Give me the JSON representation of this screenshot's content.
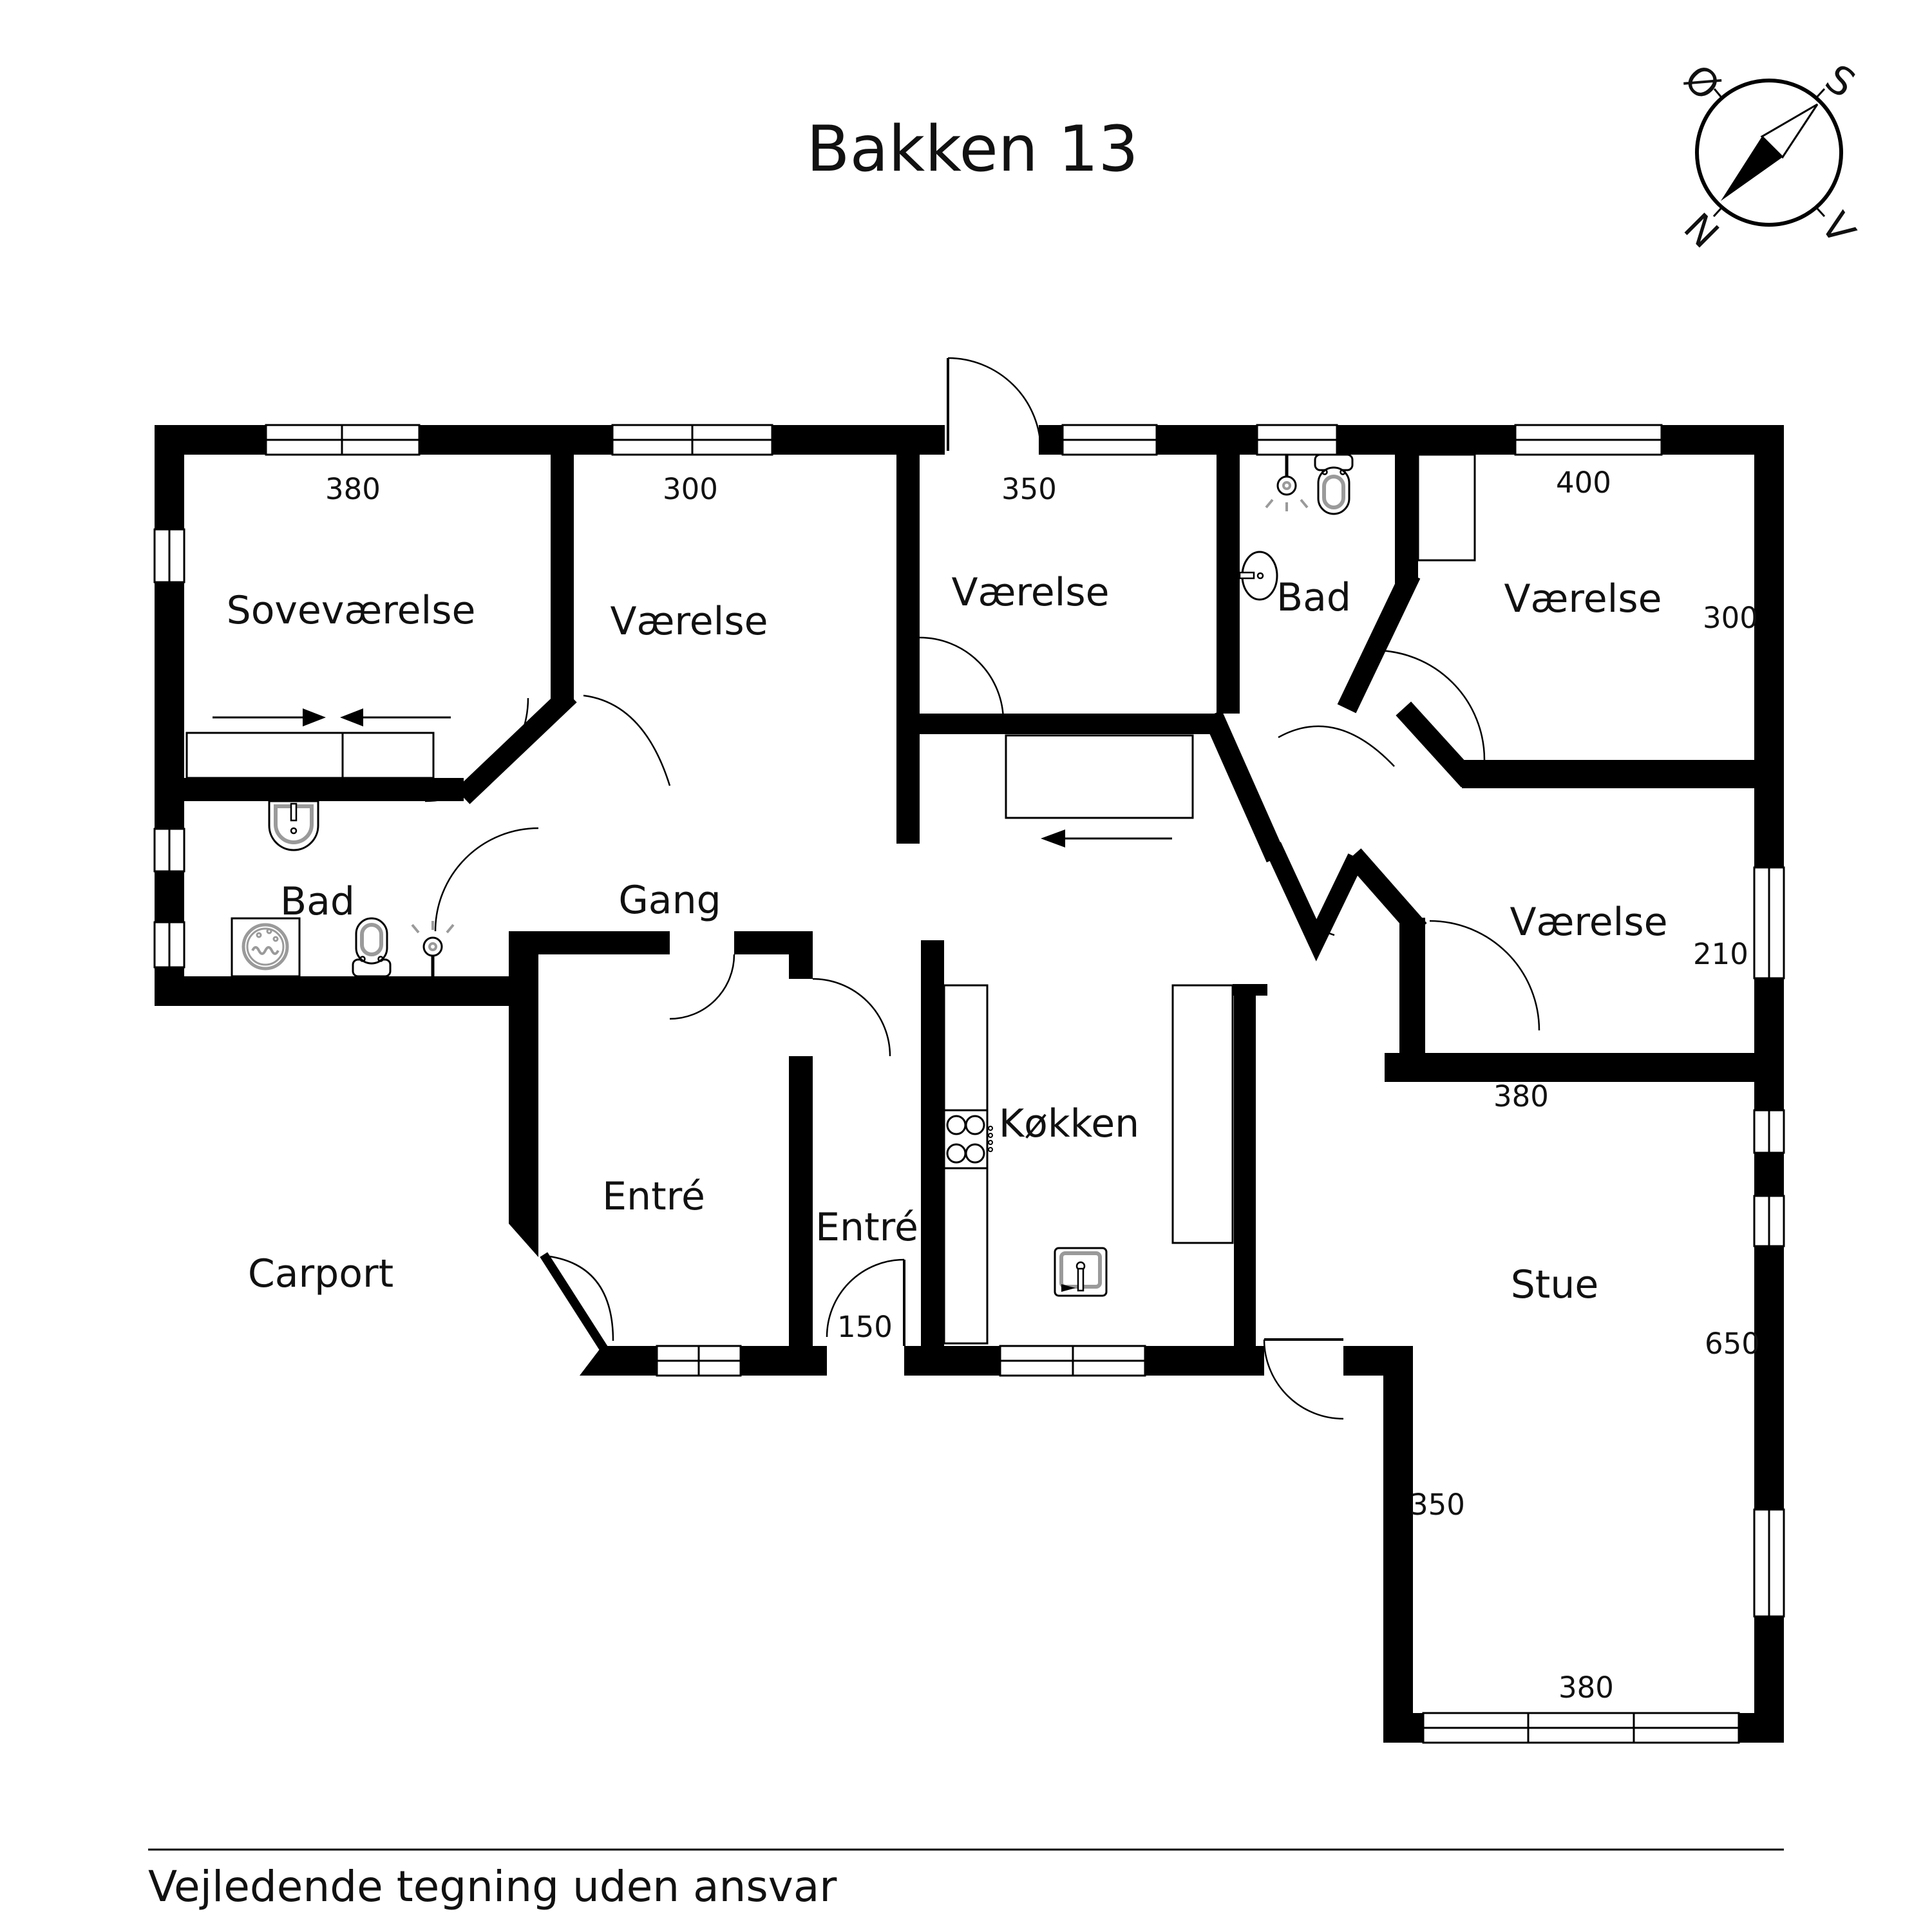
{
  "title": "Bakken 13",
  "footer": "Vejledende tegning uden ansvar",
  "compass": {
    "east": "Ø",
    "south": "S",
    "north": "N",
    "west": "V"
  },
  "rooms": [
    {
      "id": "sovevaerelse",
      "label": "Soveværelse"
    },
    {
      "id": "vaerelse-nw",
      "label": "Værelse"
    },
    {
      "id": "vaerelse-n",
      "label": "Værelse"
    },
    {
      "id": "bad-n",
      "label": "Bad"
    },
    {
      "id": "vaerelse-ne",
      "label": "Værelse"
    },
    {
      "id": "gang",
      "label": "Gang"
    },
    {
      "id": "bad-w",
      "label": "Bad"
    },
    {
      "id": "vaerelse-e",
      "label": "Værelse"
    },
    {
      "id": "entre-w",
      "label": "Entré"
    },
    {
      "id": "entre-m",
      "label": "Entré"
    },
    {
      "id": "koekken",
      "label": "Køkken"
    },
    {
      "id": "stue",
      "label": "Stue"
    },
    {
      "id": "carport",
      "label": "Carport"
    }
  ],
  "measurements": [
    {
      "value": "380"
    },
    {
      "value": "300"
    },
    {
      "value": "350"
    },
    {
      "value": "400"
    },
    {
      "value": "300"
    },
    {
      "value": "210"
    },
    {
      "value": "380"
    },
    {
      "value": "650"
    },
    {
      "value": "350"
    },
    {
      "value": "380"
    },
    {
      "value": "150"
    }
  ],
  "colors": {
    "wall": "#000000",
    "fixture": "#9a9a9a",
    "background": "#ffffff"
  },
  "icons": [
    "compass-rose",
    "window",
    "door-arc",
    "wardrobe",
    "sliding-door-arrows",
    "sink",
    "toilet",
    "washing-machine",
    "shower",
    "stove-hob",
    "kitchen-sink"
  ]
}
